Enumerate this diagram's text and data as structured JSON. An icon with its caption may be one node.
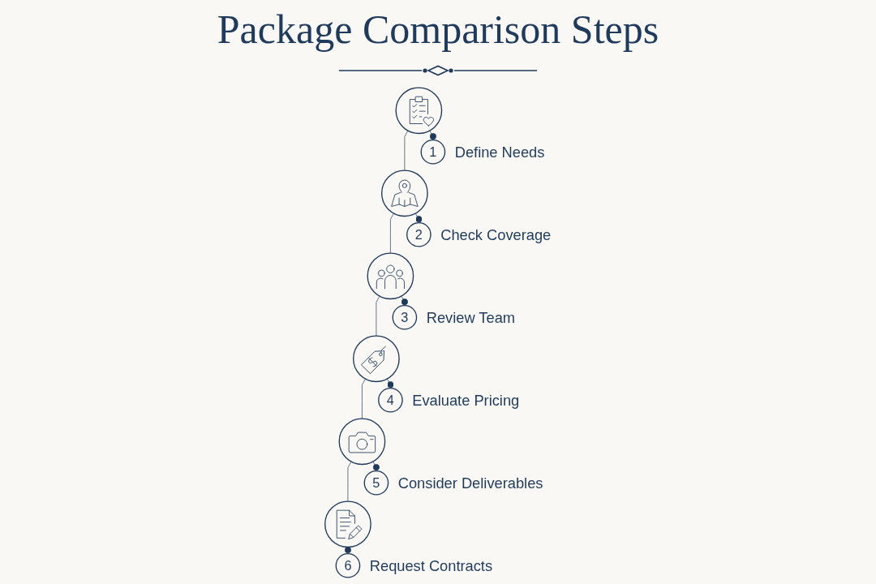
{
  "diagram": {
    "title": "Package Comparison Steps",
    "nodes": [
      {
        "text": [],
        "shape": "circle"
      },
      {
        "text": [
          "1"
        ],
        "beside": [
          "Define Needs"
        ]
      },
      {
        "text": [],
        "shape": "circle"
      },
      {
        "text": [
          "2"
        ],
        "beside": [
          "Check Coverage"
        ]
      },
      {
        "text": [],
        "shape": "circle"
      },
      {
        "text": [
          "3"
        ],
        "beside": [
          "Review Team"
        ]
      },
      {
        "text": [],
        "shape": "circle"
      },
      {
        "text": [
          "4"
        ],
        "beside": [
          "Evaluate Pricing"
        ]
      },
      {
        "text": [],
        "shape": "circle"
      },
      {
        "text": [
          "5"
        ],
        "beside": [
          "Consider Deliverables"
        ]
      },
      {
        "text": [],
        "shape": "circle"
      },
      {
        "text": [
          "6"
        ],
        "beside": [
          "Request Contracts"
        ]
      }
    ],
    "edges": [
      {
        "from": 0,
        "to": 2,
        "arrow": "none"
      },
      {
        "from": 2,
        "to": 4,
        "arrow": "none"
      },
      {
        "from": 4,
        "to": 6,
        "arrow": "none"
      },
      {
        "from": 6,
        "to": 8,
        "arrow": "none"
      },
      {
        "from": 8,
        "to": 10,
        "arrow": "none"
      },
      {
        "from": 0,
        "to": 1,
        "arrow": "other"
      },
      {
        "from": 2,
        "to": 3,
        "arrow": "other"
      },
      {
        "from": 4,
        "to": 5,
        "arrow": "other"
      },
      {
        "from": 6,
        "to": 7,
        "arrow": "other"
      },
      {
        "from": 8,
        "to": 9,
        "arrow": "other"
      },
      {
        "from": 10,
        "to": 11,
        "arrow": "other"
      }
    ]
  }
}
